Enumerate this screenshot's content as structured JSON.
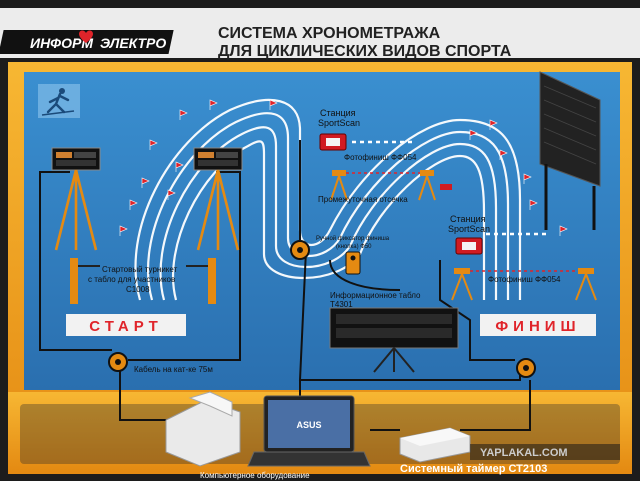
{
  "header": {
    "logo_left": "ИНФОРМ",
    "logo_right": "ЭЛЕКТРО",
    "title_line1": "СИСТЕМА ХРОНОМЕТРАЖА",
    "title_line2": "ДЛЯ ЦИКЛИЧЕСКИХ ВИДОВ СПОРТА"
  },
  "labels": {
    "station_top": [
      "Станция",
      "SportScan"
    ],
    "photofinish_top": "Фотофиниш ФФ054",
    "intermediate": "Промежуточная отсечка",
    "hand_fixator": [
      "Ручной фиксатор финиша",
      "(кнопка) Ф50"
    ],
    "station_right": [
      "Станция",
      "SportScan"
    ],
    "photofinish_right": "Фотофиниш ФФ054",
    "turnstile": [
      "Стартовый турникет",
      "с табло для участников",
      "С1008"
    ],
    "info_board": [
      "Информационное табло",
      "Т4301"
    ],
    "cable": "Кабель на кат-ке 75м",
    "computer": "Компьютерное оборудование",
    "system_timer": "Системный таймер СТ2103",
    "watermark": "YAPLAKAL.COM"
  },
  "banners": {
    "start": "СТАРТ",
    "finish": "ФИНИШ"
  },
  "colors": {
    "accent_orange": "#f5a623",
    "panel_blue": "#2f7fc1",
    "banner_red": "#e0242a",
    "cable_black": "#111111"
  }
}
